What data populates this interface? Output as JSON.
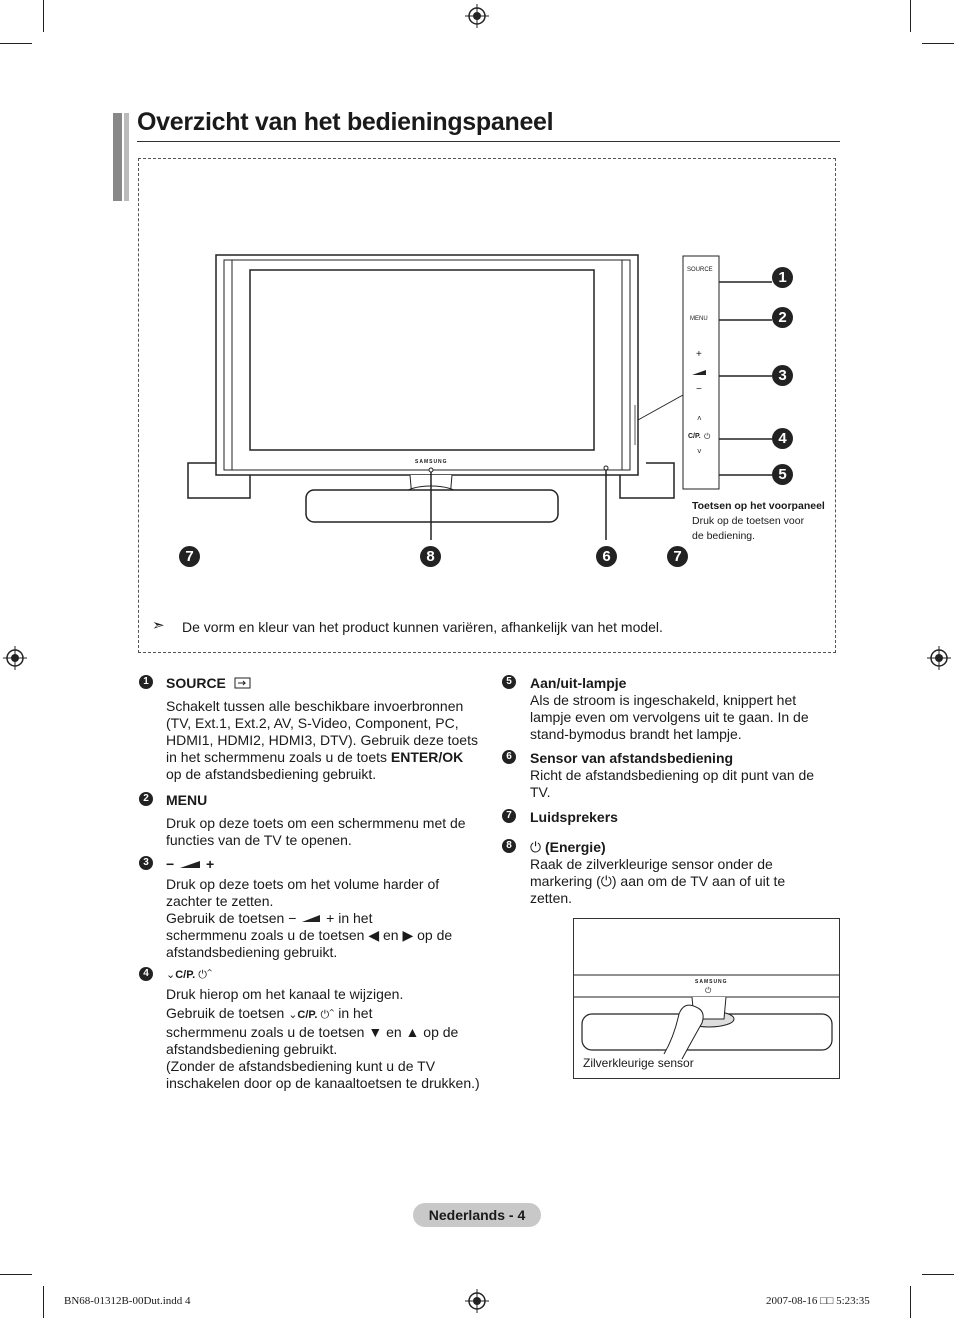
{
  "title": "Overzicht van het bedieningspaneel",
  "diagram": {
    "brand": "SAMSUNG",
    "panel_buttons": {
      "source": "SOURCE",
      "menu": "MENU",
      "plus": "+",
      "minus": "−",
      "up": "˄",
      "cp": "C/P.",
      "power": "⏻",
      "down": "˅"
    },
    "callouts": [
      "1",
      "2",
      "3",
      "4",
      "5"
    ],
    "bottom_callouts": [
      "7",
      "8",
      "6",
      "7"
    ],
    "front_panel_title": "Toetsen op het voorpaneel",
    "front_panel_line1": "Druk op de toetsen voor",
    "front_panel_line2": "de bediening.",
    "note_arrow": "➣",
    "note": "De vorm en kleur van het product kunnen variëren, afhankelijk van het model."
  },
  "items": {
    "i1": {
      "num": "1",
      "head": "SOURCE",
      "l1": "Schakelt tussen alle beschikbare invoerbronnen",
      "l2": "(TV, Ext.1, Ext.2, AV, S-Video, Component, PC,",
      "l3": "HDMI1, HDMI2, HDMI3, DTV). Gebruik deze toets",
      "l4a": "in het schermmenu zoals u de toets ",
      "l4b": "ENTER/OK",
      "l5": "op de afstandsbediening gebruikt."
    },
    "i2": {
      "num": "2",
      "head": "MENU",
      "l1": "Druk op deze toets om een schermmenu met de",
      "l2": "functies van de TV te openen."
    },
    "i3": {
      "num": "3",
      "minus": "−",
      "plus": "+",
      "l1": "Druk op deze toets om het volume harder of",
      "l2": "zachter te zetten.",
      "l3a": "Gebruik de toetsen ",
      "l3b": " in het",
      "l4": "schermmenu zoals u de toetsen ◀ en ▶ op de",
      "l5": "afstandsbediening gebruikt."
    },
    "i4": {
      "num": "4",
      "cp": "C/P.",
      "l1": "Druk hierop om het kanaal te wijzigen.",
      "l2a": "Gebruik de toetsen ",
      "l2b": " in het",
      "l3": "schermmenu zoals u de toetsen ▼ en ▲ op de",
      "l4": "afstandsbediening gebruikt.",
      "l5": "(Zonder de afstandsbediening kunt u de TV",
      "l6": "inschakelen door op de kanaaltoetsen te drukken.)"
    },
    "i5": {
      "num": "5",
      "head": "Aan/uit-lampje",
      "l1": "Als de stroom is ingeschakeld, knippert het",
      "l2": "lampje even om vervolgens uit te gaan. In de",
      "l3": "stand-bymodus brandt het lampje."
    },
    "i6": {
      "num": "6",
      "head": "Sensor van afstandsbediening",
      "l1": "Richt de afstandsbediening op dit punt van de",
      "l2": "TV."
    },
    "i7": {
      "num": "7",
      "head": "Luidsprekers"
    },
    "i8": {
      "num": "8",
      "head": "(Energie)",
      "l1": "Raak de zilverkleurige sensor onder de",
      "l2a": "markering (",
      "l2b": ") aan om de TV aan of uit te",
      "l3": "zetten."
    }
  },
  "sensor_image": {
    "brand": "SAMSUNG",
    "caption": "Zilverkleurige sensor"
  },
  "page_label": "Nederlands - 4",
  "footer_left": "BN68-01312B-00Dut.indd   4",
  "footer_right": "2007-08-16   □□ 5:23:35"
}
